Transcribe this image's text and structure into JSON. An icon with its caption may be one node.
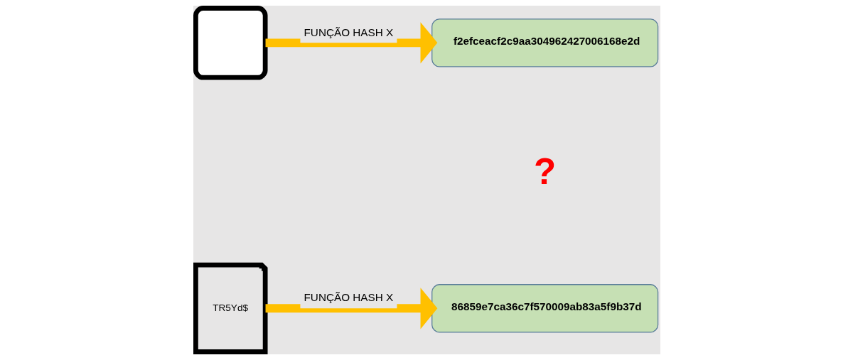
{
  "diagram": {
    "nodes": [
      {
        "text": [],
        "shape": "box"
      },
      {
        "text": [
          "TR5Yd$"
        ]
      },
      {
        "text": [
          "f2efceacf2c9aa304962427006168e2d"
        ]
      },
      {
        "text": [
          "86859e7ca36c7f570009ab83a5f9b37d"
        ]
      }
    ],
    "edges": [
      {
        "from": 0,
        "to": 2,
        "arrow": "to",
        "label": "FUNÇÃO HASH X"
      },
      {
        "from": 1,
        "to": 3,
        "arrow": "to",
        "label": "FUNÇÃO HASH X"
      }
    ],
    "labels": [
      "?"
    ]
  }
}
